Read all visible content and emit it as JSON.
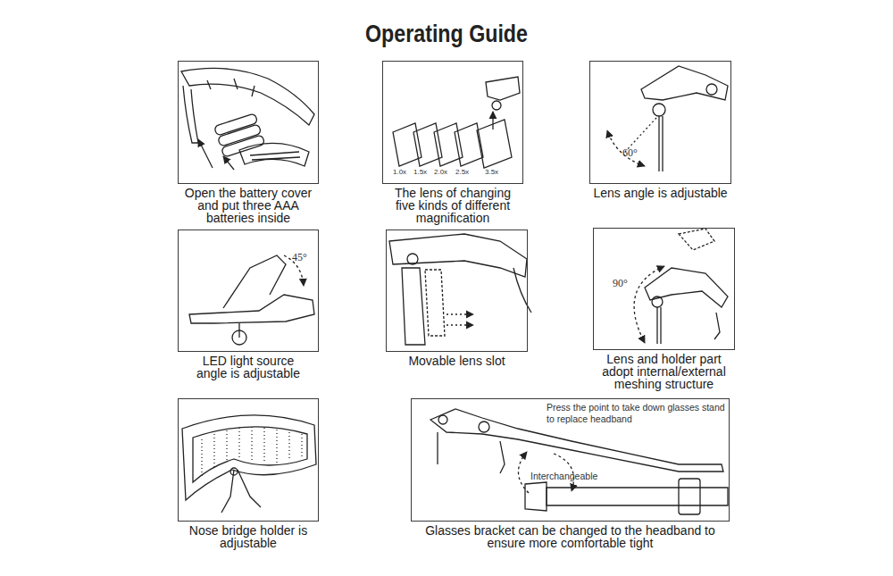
{
  "diagram": {
    "title": "Operating Guide",
    "nodes": [
      {
        "text": [
          "Open the battery cover and put three AAA batteries inside"
        ]
      },
      {
        "text": [
          "The lens of changing five kinds of different magnification"
        ]
      },
      {
        "text": [
          "Lens angle is adjustable"
        ]
      },
      {
        "text": [
          "LED light source angle is adjustable"
        ]
      },
      {
        "text": [
          "Movable lens slot"
        ]
      },
      {
        "text": [
          "Lens and holder part adopt internal/external meshing structure"
        ]
      },
      {
        "text": [
          "Nose bridge holder is adjustable"
        ]
      },
      {
        "text": [
          "Glasses bracket can be changed to the headband to ensure more comfortable tight"
        ]
      }
    ],
    "labels": [
      "1.0x",
      "1.5x",
      "2.0x",
      "2.5x",
      "3.5x",
      "60°",
      "45°",
      "90°",
      "Press the point to take down glasses stand to replace headband",
      "Interchangeable"
    ]
  }
}
